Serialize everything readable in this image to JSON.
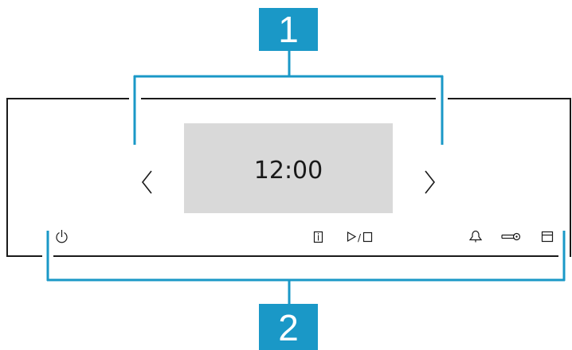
{
  "callouts": {
    "top": "1",
    "bottom": "2"
  },
  "display": {
    "time": "12:00"
  },
  "controls": {
    "info_symbol": "i",
    "start_stop_separator": "/",
    "left_arrow_icon": "chevron-left-icon",
    "right_arrow_icon": "chevron-right-icon",
    "power_icon": "power-icon",
    "info_icon": "info-icon",
    "start_stop_icon": "play-stop-icon",
    "timer_icon": "bell-icon",
    "child_lock_icon": "key-icon",
    "door_icon": "door-icon"
  },
  "colors": {
    "callout": "#1a98c7",
    "screen": "#d9d9d9",
    "line": "#1a1a1a"
  }
}
